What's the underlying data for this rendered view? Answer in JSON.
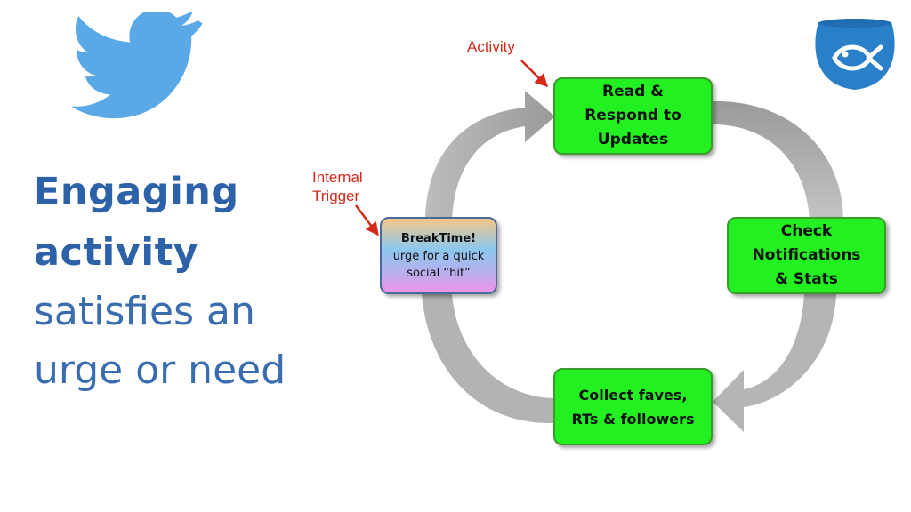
{
  "headline": {
    "line1": "Engaging",
    "line2": "activity",
    "line3": "satisfies an",
    "line4": "urge or need"
  },
  "cycle": {
    "trigger": {
      "title": "BreakTime!",
      "line1": "urge for a quick",
      "line2": "social “hit”"
    },
    "nodes": [
      {
        "lines": [
          "Read &",
          "Respond to",
          "Updates"
        ]
      },
      {
        "lines": [
          "Check",
          "Notifications",
          "& Stats"
        ]
      },
      {
        "lines": [
          "Collect faves,",
          "RTs & followers"
        ]
      }
    ]
  },
  "annotations": {
    "activity": "Activity",
    "internal_trigger_line1": "Internal",
    "internal_trigger_line2": "Trigger"
  },
  "icons": {
    "left_logo": "twitter-bird-icon",
    "right_logo": "fishbowl-icon"
  },
  "colors": {
    "headline": "#2d62a8",
    "node_green": "#22f021",
    "annotation_red": "#d42a1c",
    "twitter_blue": "#5aa9e6",
    "fishbowl_blue": "#2a7fc9",
    "arrow_gray": "#a6a6a6"
  }
}
